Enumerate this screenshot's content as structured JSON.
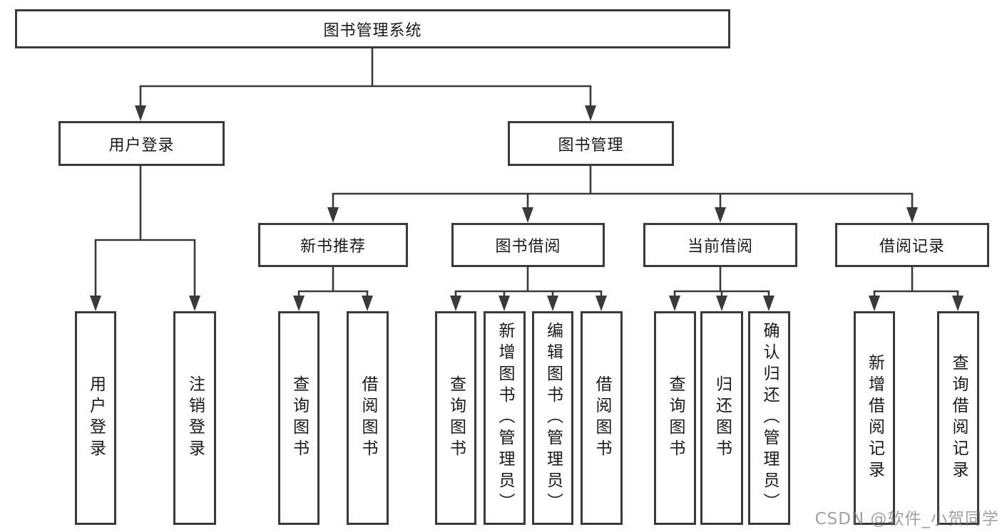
{
  "diagram": {
    "title": "图书管理系统",
    "nodes": {
      "root": {
        "label": "图书管理系统"
      },
      "user_login": {
        "label": "用户登录"
      },
      "book_mgmt": {
        "label": "图书管理"
      },
      "new_book_rec": {
        "label": "新书推荐"
      },
      "book_borrow": {
        "label": "图书借阅"
      },
      "current_borrow": {
        "label": "当前借阅"
      },
      "borrow_records": {
        "label": "借阅记录"
      },
      "leaves": [
        {
          "label": "用户登录",
          "parent": "用户登录"
        },
        {
          "label": "注销登录",
          "parent": "用户登录"
        },
        {
          "label": "查询图书",
          "parent": "新书推荐"
        },
        {
          "label": "借阅图书",
          "parent": "新书推荐"
        },
        {
          "label": "查询图书",
          "parent": "图书借阅"
        },
        {
          "label": "新增图书（管理员）",
          "parent": "图书借阅"
        },
        {
          "label": "编辑图书（管理员）",
          "parent": "图书借阅"
        },
        {
          "label": "借阅图书",
          "parent": "图书借阅"
        },
        {
          "label": "查询图书",
          "parent": "当前借阅"
        },
        {
          "label": "归还图书",
          "parent": "当前借阅"
        },
        {
          "label": "确认归还（管理员）",
          "parent": "当前借阅"
        },
        {
          "label": "新增借阅记录",
          "parent": "借阅记录"
        },
        {
          "label": "查询借阅记录",
          "parent": "借阅记录"
        }
      ]
    },
    "colors": {
      "line": "#3a3a3a",
      "box_border": "#3a3a3a",
      "text": "#1a1a1a",
      "background": "#ffffff",
      "watermark": "#7d7d7d"
    }
  },
  "watermark": "CSDN @软件_小贺同学"
}
